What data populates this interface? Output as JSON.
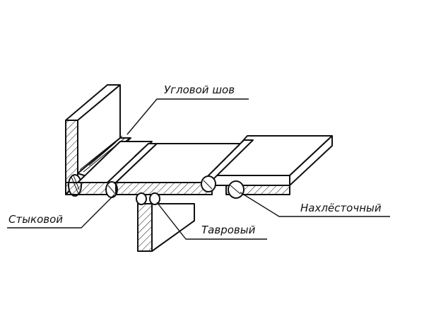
{
  "diagram": {
    "labels": {
      "corner": "Угловой шов",
      "butt": "Стыковой",
      "lap": "Нахлёсточный",
      "tee": "Тавровый"
    },
    "colors": {
      "stroke": "#111111",
      "background": "#ffffff"
    }
  }
}
